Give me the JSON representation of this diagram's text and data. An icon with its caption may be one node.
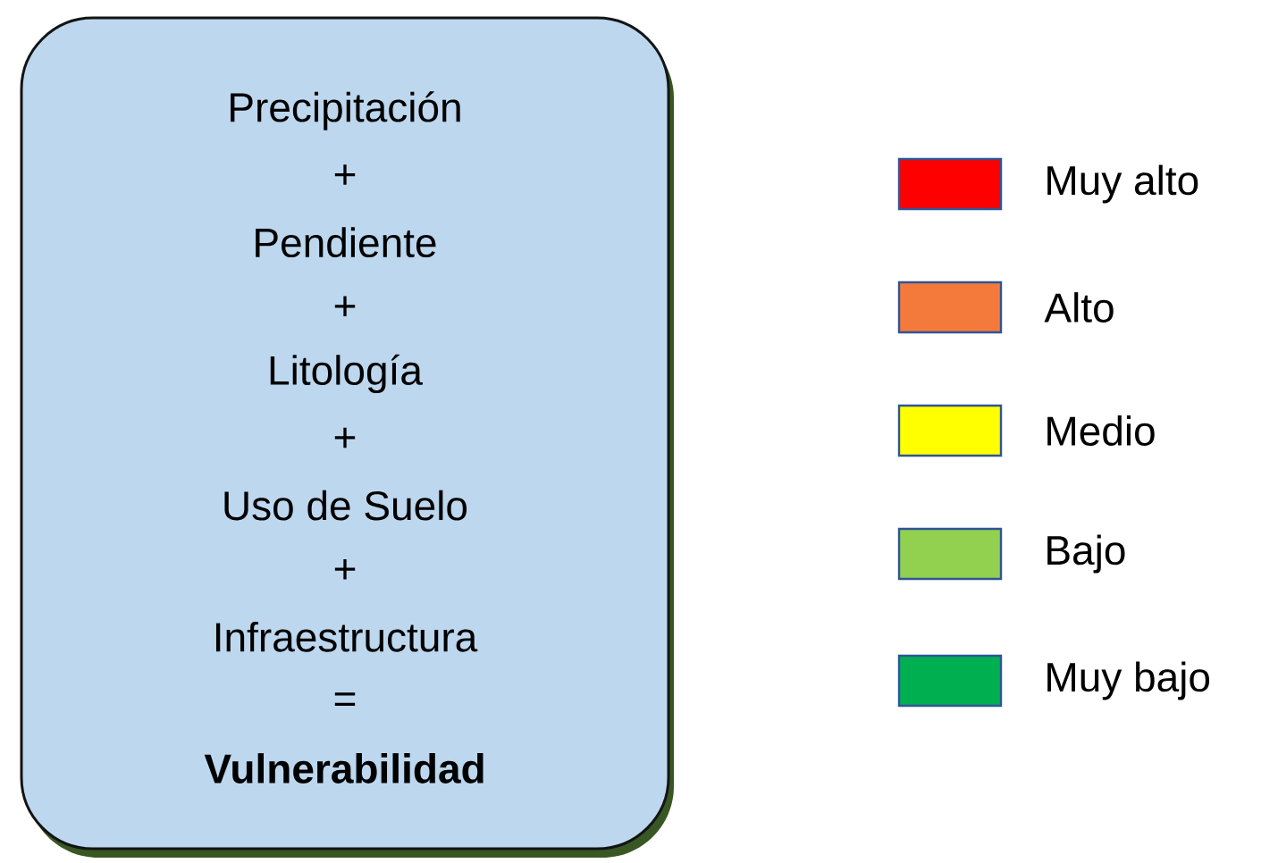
{
  "diagram": {
    "nodes": [
      {
        "text": [
          "Precipitación",
          "+",
          "Pendiente",
          "+",
          "Litología",
          "+",
          "Uso de Suelo",
          "+",
          "Infraestructura",
          "=",
          "Vulnerabilidad"
        ]
      }
    ],
    "edges": [],
    "legend": [
      {
        "text": "Muy alto",
        "color": "#ff0000"
      },
      {
        "text": "Alto",
        "color": "#f47a3c"
      },
      {
        "text": "Medio",
        "color": "#ffff00"
      },
      {
        "text": "Bajo",
        "color": "#92d050"
      },
      {
        "text": "Muy bajo",
        "color": "#00b050"
      }
    ]
  }
}
